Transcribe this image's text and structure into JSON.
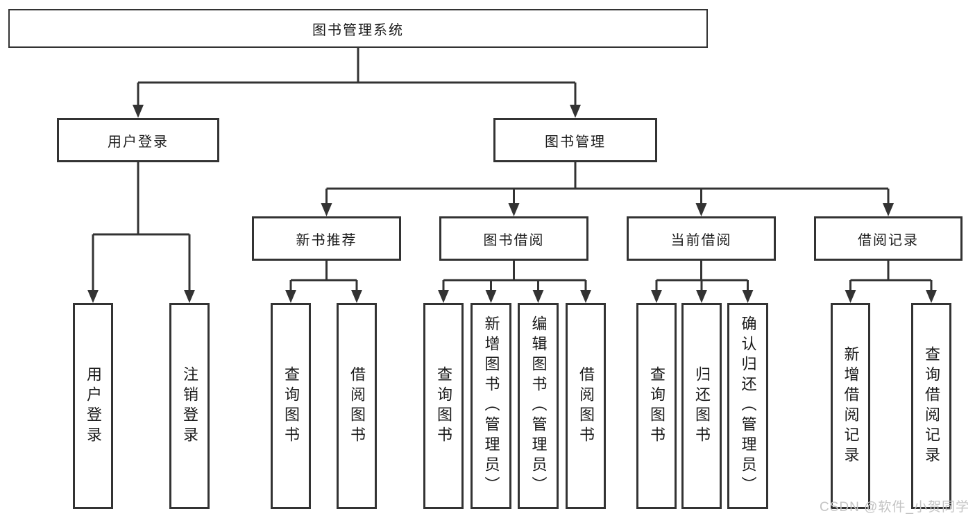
{
  "colors": {
    "line": "#333333",
    "text": "#1a1a1a",
    "bg": "#ffffff",
    "watermark": "#c4c4c4"
  },
  "watermark": "CSDN @软件_小贺同学",
  "tree": {
    "label": "图书管理系统",
    "children": [
      {
        "label": "用户登录",
        "children": [
          {
            "label": "用户登录"
          },
          {
            "label": "注销登录"
          }
        ]
      },
      {
        "label": "图书管理",
        "children": [
          {
            "label": "新书推荐",
            "children": [
              {
                "label": "查询图书"
              },
              {
                "label": "借阅图书"
              }
            ]
          },
          {
            "label": "图书借阅",
            "children": [
              {
                "label": "查询图书"
              },
              {
                "label": "新增图书（管理员）"
              },
              {
                "label": "编辑图书（管理员）"
              },
              {
                "label": "借阅图书"
              }
            ]
          },
          {
            "label": "当前借阅",
            "children": [
              {
                "label": "查询图书"
              },
              {
                "label": "归还图书"
              },
              {
                "label": "确认归还（管理员）"
              }
            ]
          },
          {
            "label": "借阅记录",
            "children": [
              {
                "label": "新增借阅记录"
              },
              {
                "label": "查询借阅记录"
              }
            ]
          }
        ]
      }
    ]
  }
}
